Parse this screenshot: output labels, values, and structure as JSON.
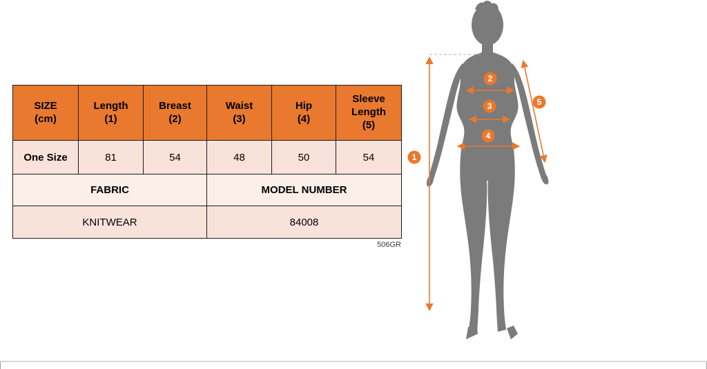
{
  "size_table": {
    "headers": [
      "SIZE\n(cm)",
      "Length\n(1)",
      "Breast\n(2)",
      "Waist\n(3)",
      "Hip\n(4)",
      "Sleeve\nLength\n(5)"
    ],
    "row": {
      "size_label": "One Size",
      "length": "81",
      "breast": "54",
      "waist": "48",
      "hip": "50",
      "sleeve_length": "54"
    },
    "fabric_label": "FABRIC",
    "fabric_value": "KNITWEAR",
    "model_number_label": "MODEL NUMBER",
    "model_number_value": "84008"
  },
  "product_code": "506GR",
  "figure": {
    "markers": [
      {
        "label": "1"
      },
      {
        "label": "2"
      },
      {
        "label": "3"
      },
      {
        "label": "4"
      },
      {
        "label": "5"
      }
    ]
  },
  "colors": {
    "header_orange": "#E8792E",
    "row_pink": "#F9E2DA",
    "row_light": "#FCEFEA",
    "marker_orange": "#E8792E",
    "silhouette_grey": "#7B7B7B",
    "border_dark": "#1C1C1C"
  }
}
